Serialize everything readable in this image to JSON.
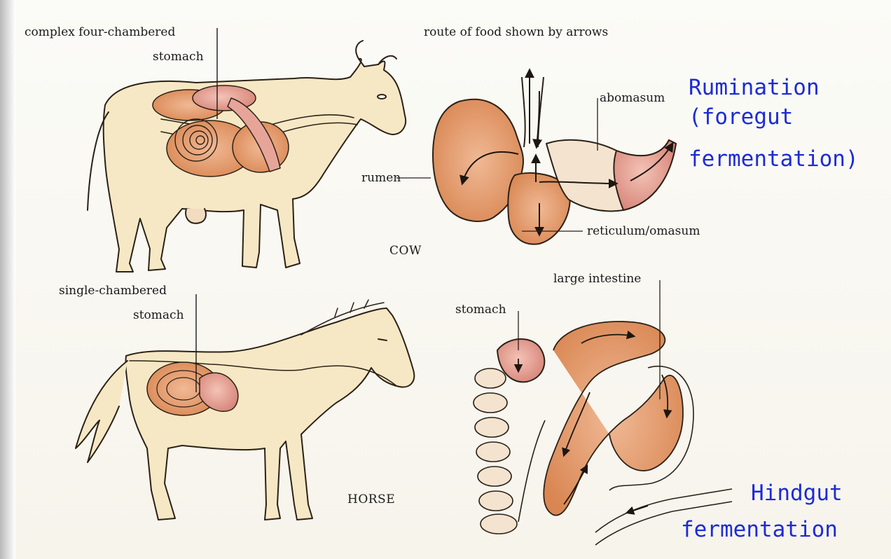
{
  "cow": {
    "label_complex_line1": "complex four-chambered",
    "label_complex_line2": "stomach",
    "caption": "COW"
  },
  "cow_stomach": {
    "route_note": "route of food shown by arrows",
    "abomasum": "abomasum",
    "rumen": "rumen",
    "reticulum": "reticulum/omasum"
  },
  "horse": {
    "label_single_line1": "single-chambered",
    "label_single_line2": "stomach",
    "caption": "HORSE"
  },
  "horse_gut": {
    "large_intestine": "large intestine",
    "stomach": "stomach"
  },
  "notes": {
    "rumination_line1": "Rumination",
    "rumination_line2": "(foregut",
    "rumination_line3": "fermentation)",
    "hindgut_line1": "Hindgut",
    "hindgut_line2": "fermentation",
    "color": "#1d2bd6"
  },
  "colors": {
    "body_fill": "#f6e8c4",
    "organ_orange": "#e3a06a",
    "organ_pink": "#e7a59a",
    "outline": "#2b2117"
  }
}
